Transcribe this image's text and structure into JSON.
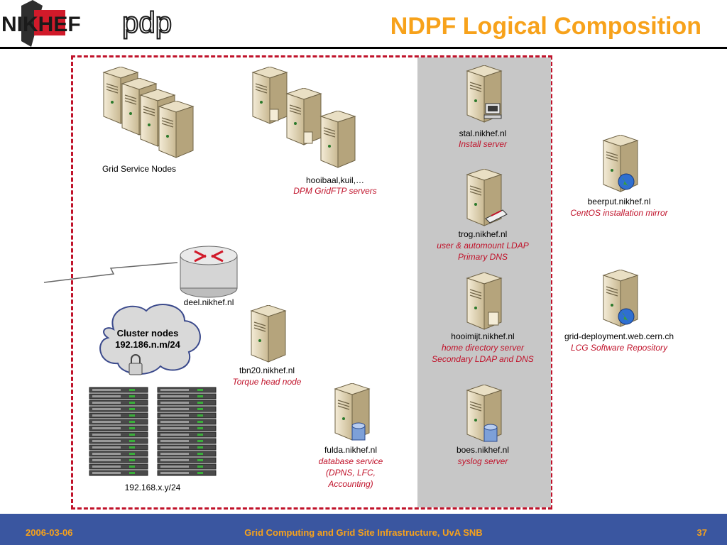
{
  "header": {
    "title": "NDPF Logical Composition",
    "logo_left": "NIKHEF",
    "logo_right": "pdp"
  },
  "footer": {
    "date": "2006-03-06",
    "center": "Grid Computing and Grid Site Infrastructure, UvA SNB",
    "page": "37"
  },
  "nodes": {
    "grid_service": {
      "name": "Grid Service Nodes"
    },
    "dpm": {
      "name": "hooibaal,kuil,…",
      "role": "DPM GridFTP servers"
    },
    "router": {
      "name": "deel.nikhef.nl"
    },
    "cluster_cloud": {
      "line1": "Cluster nodes",
      "line2": "192.186.n.m/24"
    },
    "racks": {
      "name": "192.168.x.y/24"
    },
    "tbn20": {
      "name": "tbn20.nikhef.nl",
      "role": "Torque head node"
    },
    "fulda": {
      "name": "fulda.nikhef.nl",
      "role1": "database service",
      "role2": "(DPNS, LFC,",
      "role3": "Accounting)"
    },
    "stal": {
      "name": "stal.nikhef.nl",
      "role": "Install server"
    },
    "trog": {
      "name": "trog.nikhef.nl",
      "role1": "user & automount LDAP",
      "role2": "Primary DNS"
    },
    "hooimijt": {
      "name": "hooimijt.nikhef.nl",
      "role1": "home directory server",
      "role2": "Secondary LDAP and DNS"
    },
    "boes": {
      "name": "boes.nikhef.nl",
      "role": "syslog server"
    },
    "beerput": {
      "name": "beerput.nikhef.nl",
      "role": "CentOS installation mirror"
    },
    "griddep": {
      "name": "grid-deployment.web.cern.ch",
      "role": "LCG Software Repository"
    }
  },
  "colors": {
    "accent": "#f7a21b",
    "footer_bg": "#3a56a0",
    "frame_border": "#c0122a",
    "infra_panel": "#c7c7c7",
    "role_text": "#c0122a"
  }
}
